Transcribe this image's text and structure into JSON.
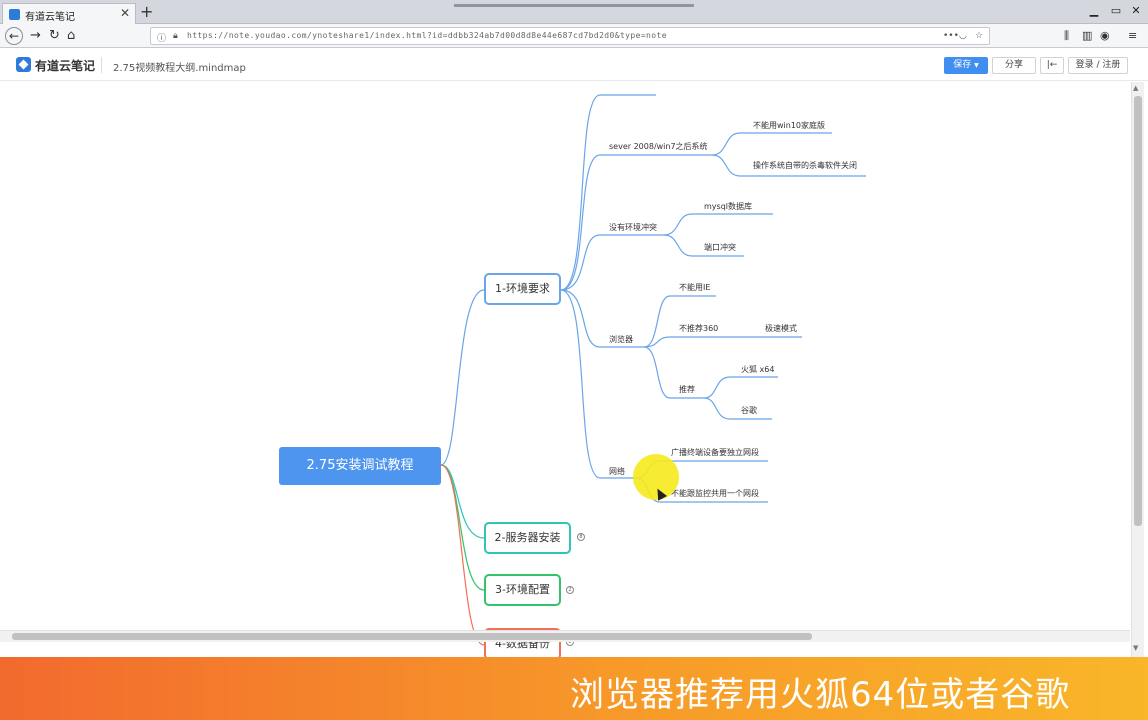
{
  "browser": {
    "tab_title": "有道云笔记",
    "url": "https://note.youdao.com/ynoteshare1/index.html?id=ddbb324ab7d00d8d8e44e687cd7bd2d0&type=note"
  },
  "app": {
    "logo": "有道云笔记",
    "doc_title": "2.75视频教程大纲.mindmap",
    "save_label": "保存",
    "share_label": "分享",
    "login_label": "登录 / 注册"
  },
  "mindmap": {
    "root": "2.75安装调试教程",
    "branch1": "1-环境要求",
    "branch2": "2-服务器安装",
    "branch3": "3-环境配置",
    "branch4": "4-数据备份",
    "fold2": "8",
    "fold3": "2",
    "fold4": "2",
    "os_label": "sever 2008/win7之后系统",
    "os_c1": "不能用win10家庭版",
    "os_c2": "操作系统自带的杀毒软件关闭",
    "env_label": "没有环境冲突",
    "env_c1": "mysql数据库",
    "env_c2": "端口冲突",
    "browser_label": "浏览器",
    "br_c1": "不能用IE",
    "br_c2": "不推荐360",
    "br_c2a": "极速模式",
    "br_c3": "推荐",
    "br_c3a": "火狐 x64",
    "br_c3b": "谷歌",
    "net_label": "网络",
    "net_c1": "广播终端设备要独立网段",
    "net_c2": "不能跟监控共用一个网段"
  },
  "subtitle": "浏览器推荐用火狐64位或者谷歌",
  "colors": {
    "brand_blue": "#3f8ef0",
    "branch1": "#4a90e2",
    "branch2": "#2ec4b6",
    "branch3": "#34c26a",
    "branch4": "#f2705a"
  }
}
